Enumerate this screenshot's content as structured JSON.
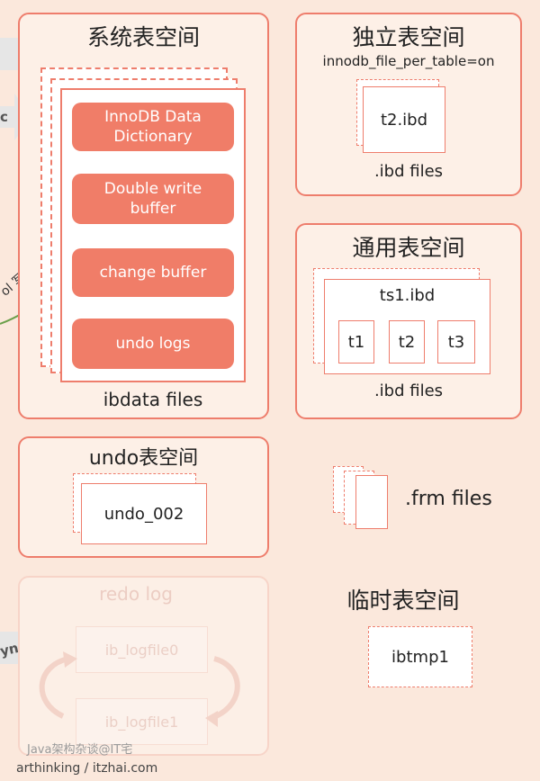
{
  "system_tablespace": {
    "title": "系统表空间",
    "items": [
      "InnoDB Data Dictionary",
      "Double write buffer",
      "change buffer",
      "undo logs"
    ],
    "footer": "ibdata files"
  },
  "independent_tablespace": {
    "title": "独立表空间",
    "config": "innodb_file_per_table=on",
    "file": "t2.ibd",
    "footer": ".ibd files"
  },
  "general_tablespace": {
    "title": "通用表空间",
    "file": "ts1.ibd",
    "tables": [
      "t1",
      "t2",
      "t3"
    ],
    "footer": ".ibd files"
  },
  "undo_tablespace": {
    "title": "undo表空间",
    "file": "undo_002"
  },
  "frm": {
    "label": ".frm files"
  },
  "redo_log": {
    "title": "redo log",
    "files": [
      "ib_logfile0",
      "ib_logfile1"
    ]
  },
  "temp_tablespace": {
    "title": "临时表空间",
    "file": "ibtmp1"
  },
  "left_edge": {
    "sync_label_top": "c",
    "write_label": "ol 写入磁盘",
    "sync_label_bottom": "ync"
  },
  "watermarks": [
    "Java架构杂谈@IT宅",
    "arthinking / itzhai.com"
  ],
  "colors": {
    "accent": "#ee7d6c",
    "pill": "#f07d68",
    "background": "#fbe8dc"
  }
}
